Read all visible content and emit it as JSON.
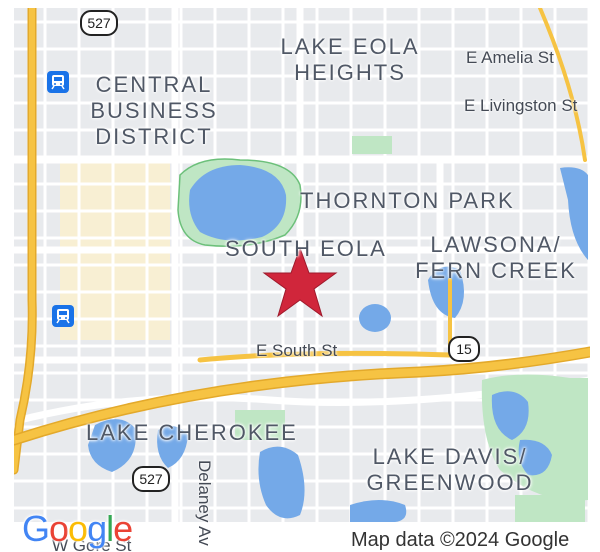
{
  "colors": {
    "background": "#e8eaed",
    "road": "#ffffff",
    "highway": "#f6c343",
    "water": "#74a9e8",
    "park": "#bfe6c4",
    "commercial": "#f8efd3",
    "marker": "#d0263b"
  },
  "neighborhoods": [
    {
      "id": "lake-eola-heights",
      "lines": [
        "LAKE EOLA",
        "HEIGHTS"
      ]
    },
    {
      "id": "central-business-district",
      "lines": [
        "CENTRAL",
        "BUSINESS",
        "DISTRICT"
      ]
    },
    {
      "id": "thornton-park",
      "lines": [
        "THORNTON PARK"
      ]
    },
    {
      "id": "south-eola",
      "lines": [
        "SOUTH EOLA"
      ]
    },
    {
      "id": "lawsona-fern-creek",
      "lines": [
        "LAWSONA/",
        "FERN CREEK"
      ]
    },
    {
      "id": "lake-cherokee",
      "lines": [
        "LAKE CHEROKEE"
      ]
    },
    {
      "id": "lake-davis-greenwood",
      "lines": [
        "LAKE DAVIS/",
        "GREENWOOD"
      ]
    }
  ],
  "streets": {
    "e_amelia": "E Amelia St",
    "e_livingston": "E Livingston St",
    "e_south": "E South St",
    "delaney": "Delaney Av",
    "w_gore": "W Gore St"
  },
  "shields": {
    "route_527_top": "527",
    "route_527_bottom": "527",
    "route_15": "15"
  },
  "icons": {
    "transit": "transit-station-icon",
    "marker": "star-marker-icon"
  },
  "logo": {
    "letters": [
      "G",
      "o",
      "o",
      "g",
      "l",
      "e"
    ],
    "colors": [
      "#4285f4",
      "#ea4335",
      "#fbbc05",
      "#4285f4",
      "#34a853",
      "#ea4335"
    ]
  },
  "attribution": "Map data ©2024 Google"
}
